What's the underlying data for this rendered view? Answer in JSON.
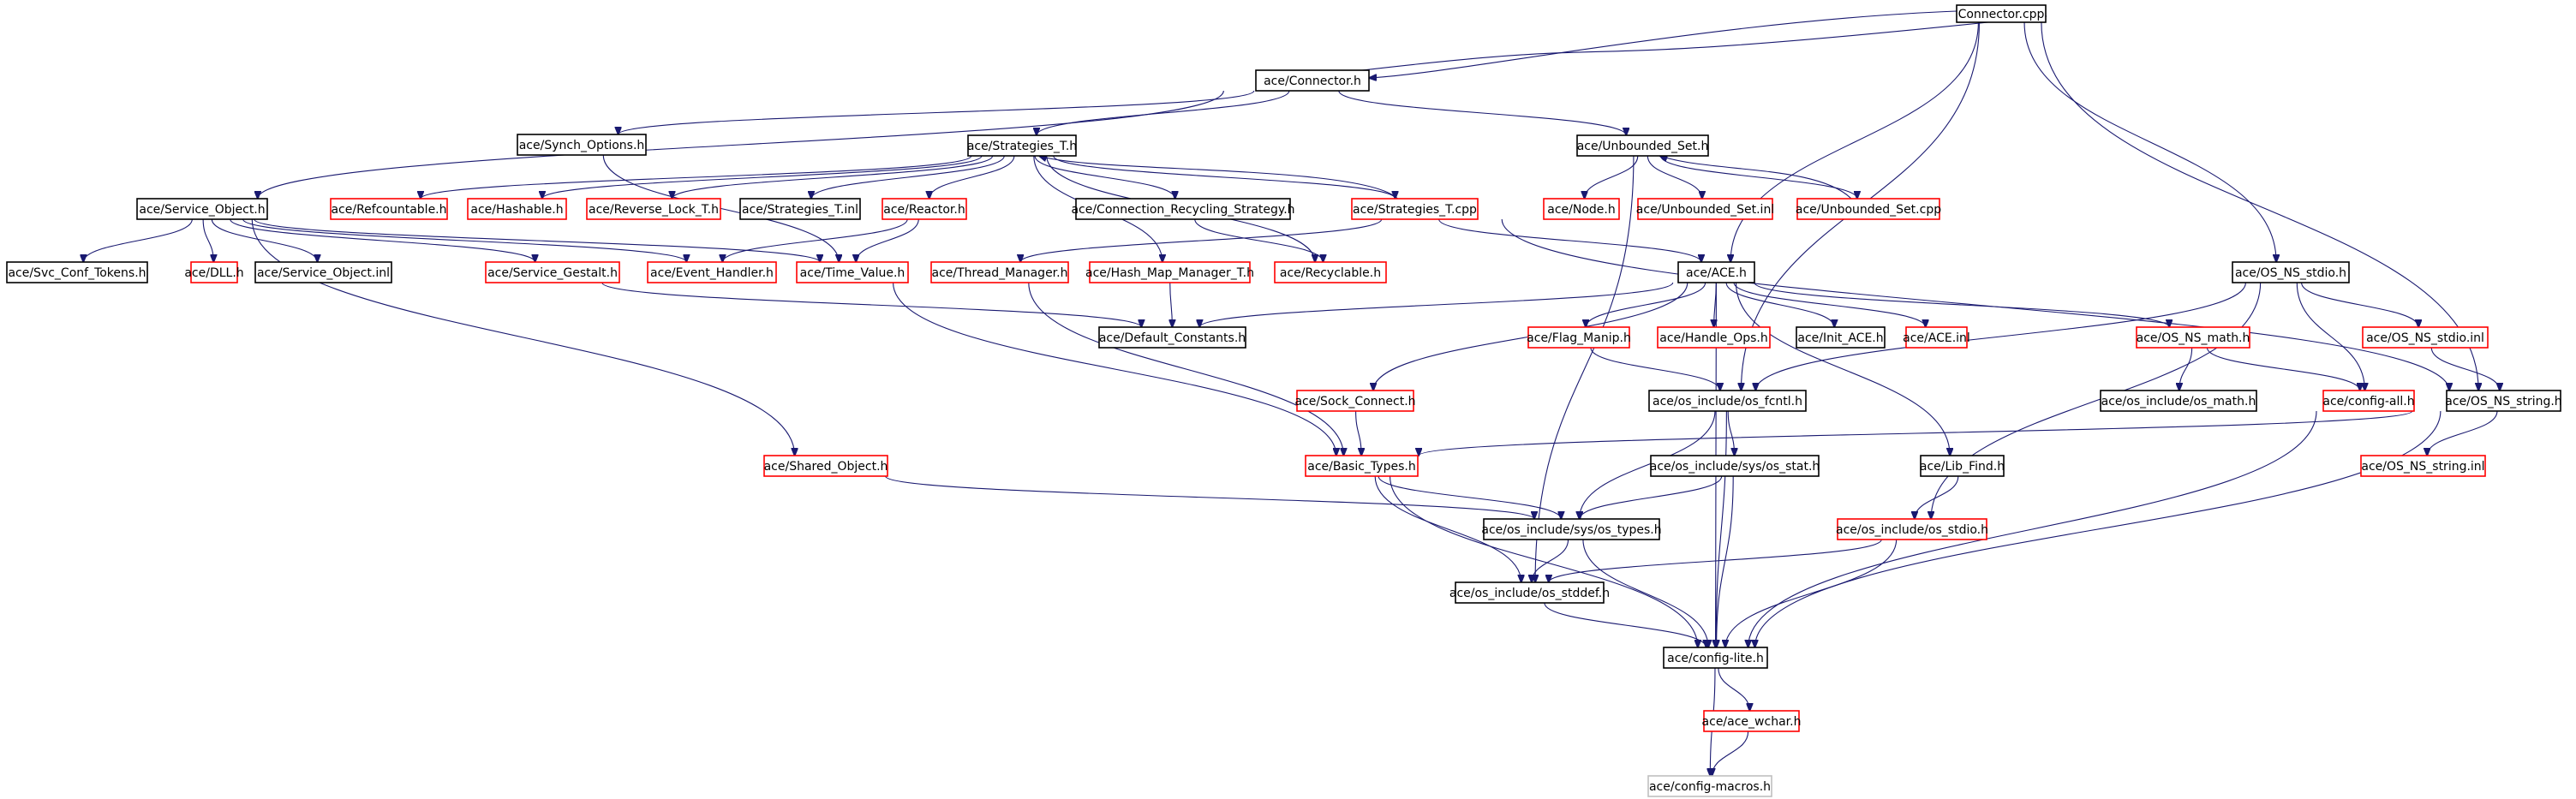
{
  "graph": {
    "title": "Connector.cpp include dependency graph",
    "colors": {
      "edge": "#191970",
      "black": "#000000",
      "red": "#ff0000",
      "gray": "#bfbfbf",
      "root_fill": "#bfbfbf"
    },
    "nodes": [
      {
        "id": "root",
        "label": "Connector.cpp",
        "style": "root"
      },
      {
        "id": "connector_h",
        "label": "ace/Connector.h",
        "style": "black"
      },
      {
        "id": "synch_options",
        "label": "ace/Synch_Options.h",
        "style": "black"
      },
      {
        "id": "strategies_t_h",
        "label": "ace/Strategies_T.h",
        "style": "black"
      },
      {
        "id": "unbounded_set_h",
        "label": "ace/Unbounded_Set.h",
        "style": "black"
      },
      {
        "id": "service_object_h",
        "label": "ace/Service_Object.h",
        "style": "black"
      },
      {
        "id": "refcountable",
        "label": "ace/Refcountable.h",
        "style": "red"
      },
      {
        "id": "hashable",
        "label": "ace/Hashable.h",
        "style": "red"
      },
      {
        "id": "reverse_lock",
        "label": "ace/Reverse_Lock_T.h",
        "style": "red"
      },
      {
        "id": "strategies_t_inl",
        "label": "ace/Strategies_T.inl",
        "style": "black"
      },
      {
        "id": "reactor_h",
        "label": "ace/Reactor.h",
        "style": "red"
      },
      {
        "id": "conn_recycling",
        "label": "ace/Connection_Recycling_Strategy.h",
        "style": "black"
      },
      {
        "id": "strategies_t_cpp",
        "label": "ace/Strategies_T.cpp",
        "style": "red"
      },
      {
        "id": "node_h",
        "label": "ace/Node.h",
        "style": "red"
      },
      {
        "id": "unbounded_set_inl",
        "label": "ace/Unbounded_Set.inl",
        "style": "red"
      },
      {
        "id": "unbounded_set_cpp",
        "label": "ace/Unbounded_Set.cpp",
        "style": "red"
      },
      {
        "id": "svc_conf_tokens",
        "label": "ace/Svc_Conf_Tokens.h",
        "style": "black"
      },
      {
        "id": "dll_h",
        "label": "ace/DLL.h",
        "style": "red"
      },
      {
        "id": "service_object_inl",
        "label": "ace/Service_Object.inl",
        "style": "black"
      },
      {
        "id": "service_gestalt",
        "label": "ace/Service_Gestalt.h",
        "style": "red"
      },
      {
        "id": "event_handler",
        "label": "ace/Event_Handler.h",
        "style": "red"
      },
      {
        "id": "time_value",
        "label": "ace/Time_Value.h",
        "style": "red"
      },
      {
        "id": "thread_manager",
        "label": "ace/Thread_Manager.h",
        "style": "red"
      },
      {
        "id": "hash_map_manager",
        "label": "ace/Hash_Map_Manager_T.h",
        "style": "red"
      },
      {
        "id": "recyclable",
        "label": "ace/Recyclable.h",
        "style": "red"
      },
      {
        "id": "ace_h",
        "label": "ace/ACE.h",
        "style": "black"
      },
      {
        "id": "os_ns_stdio_h",
        "label": "ace/OS_NS_stdio.h",
        "style": "black"
      },
      {
        "id": "default_constants",
        "label": "ace/Default_Constants.h",
        "style": "black"
      },
      {
        "id": "flag_manip",
        "label": "ace/Flag_Manip.h",
        "style": "red"
      },
      {
        "id": "handle_ops",
        "label": "ace/Handle_Ops.h",
        "style": "red"
      },
      {
        "id": "init_ace",
        "label": "ace/Init_ACE.h",
        "style": "black"
      },
      {
        "id": "ace_inl",
        "label": "ace/ACE.inl",
        "style": "red"
      },
      {
        "id": "os_ns_math",
        "label": "ace/OS_NS_math.h",
        "style": "red"
      },
      {
        "id": "os_ns_stdio_inl",
        "label": "ace/OS_NS_stdio.inl",
        "style": "red"
      },
      {
        "id": "os_include_os_math",
        "label": "ace/os_include/os_math.h",
        "style": "black"
      },
      {
        "id": "sock_connect",
        "label": "ace/Sock_Connect.h",
        "style": "red"
      },
      {
        "id": "os_include_os_fcntl",
        "label": "ace/os_include/os_fcntl.h",
        "style": "black"
      },
      {
        "id": "config_all",
        "label": "ace/config-all.h",
        "style": "red"
      },
      {
        "id": "os_ns_string_h",
        "label": "ace/OS_NS_string.h",
        "style": "black"
      },
      {
        "id": "shared_object",
        "label": "ace/Shared_Object.h",
        "style": "red"
      },
      {
        "id": "basic_types",
        "label": "ace/Basic_Types.h",
        "style": "red"
      },
      {
        "id": "os_include_sys_os_stat",
        "label": "ace/os_include/sys/os_stat.h",
        "style": "black"
      },
      {
        "id": "lib_find",
        "label": "ace/Lib_Find.h",
        "style": "black"
      },
      {
        "id": "os_ns_string_inl",
        "label": "ace/OS_NS_string.inl",
        "style": "red"
      },
      {
        "id": "os_include_sys_os_types",
        "label": "ace/os_include/sys/os_types.h",
        "style": "black"
      },
      {
        "id": "os_include_os_stdio",
        "label": "ace/os_include/os_stdio.h",
        "style": "red"
      },
      {
        "id": "os_include_os_stddef",
        "label": "ace/os_include/os_stddef.h",
        "style": "black"
      },
      {
        "id": "config_lite",
        "label": "ace/config-lite.h",
        "style": "black"
      },
      {
        "id": "ace_wchar",
        "label": "ace/ace_wchar.h",
        "style": "red"
      },
      {
        "id": "config_macros",
        "label": "ace/config-macros.h",
        "style": "gray"
      }
    ]
  }
}
